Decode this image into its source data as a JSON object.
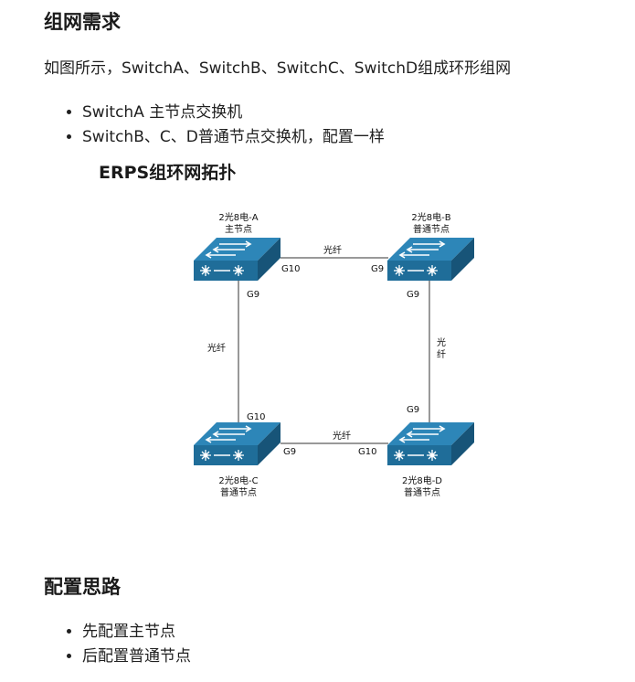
{
  "section1": {
    "heading": "组网需求",
    "intro": "如图所示，SwitchA、SwitchB、SwitchC、SwitchD组成环形组网",
    "bullets": [
      "SwitchA 主节点交换机",
      "SwitchB、C、D普通节点交换机，配置一样"
    ]
  },
  "diagram": {
    "title": "ERPS组环网拓扑",
    "switches": [
      {
        "id": "A",
        "name": "2光8电-A",
        "role": "主节点"
      },
      {
        "id": "B",
        "name": "2光8电-B",
        "role": "普通节点"
      },
      {
        "id": "C",
        "name": "2光8电-C",
        "role": "普通节点"
      },
      {
        "id": "D",
        "name": "2光8电-D",
        "role": "普通节点"
      }
    ],
    "ports": {
      "a_right": "G10",
      "b_left": "G9",
      "a_bottom": "G9",
      "c_top": "G10",
      "b_bottom": "G9",
      "d_top": "G9",
      "c_right": "G9",
      "d_left": "G10"
    },
    "links": {
      "top": "光纤",
      "left": "光纤",
      "right_1": "光",
      "right_2": "纤",
      "bottom": "光纤"
    },
    "colors": {
      "switch_front": "#1f6d99",
      "switch_top": "#2d86b8",
      "switch_side": "#175478",
      "line": "#333333"
    }
  },
  "section2": {
    "heading": "配置思路",
    "bullets": [
      "先配置主节点",
      "后配置普通节点"
    ]
  }
}
